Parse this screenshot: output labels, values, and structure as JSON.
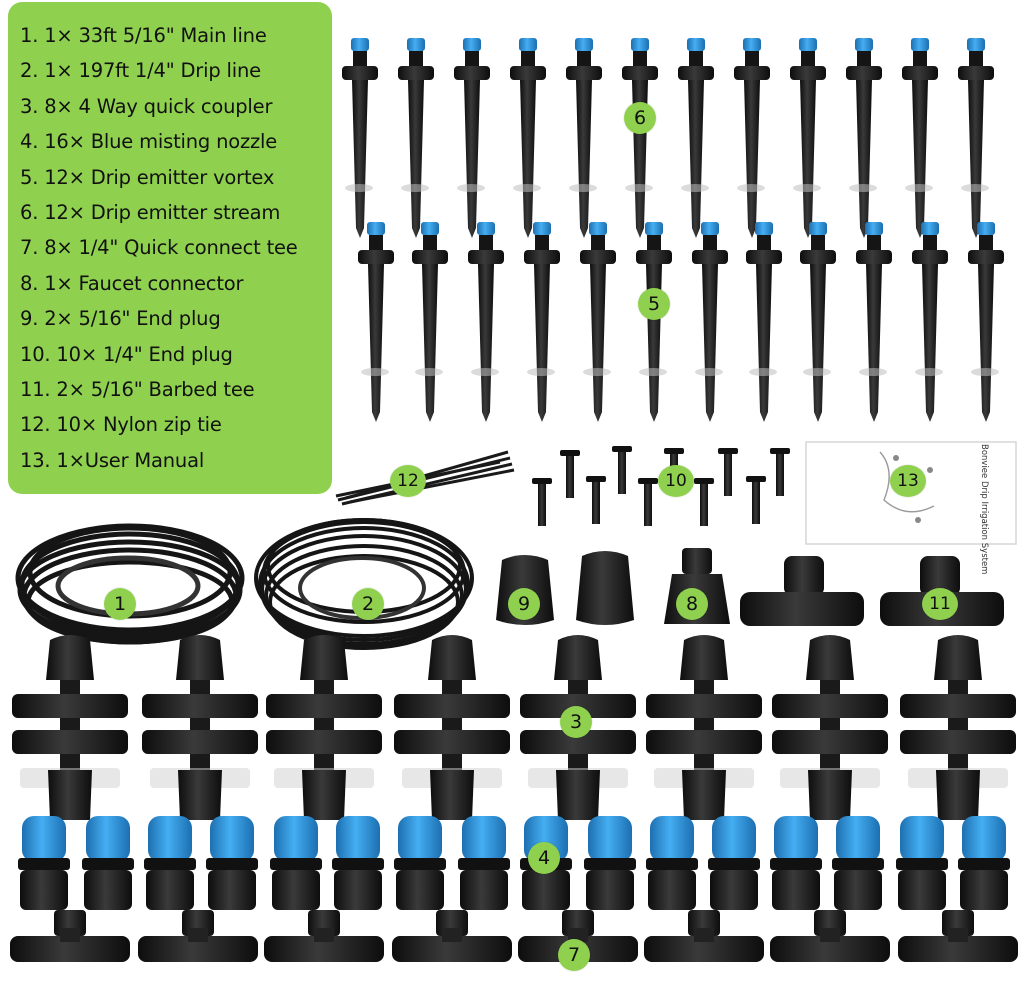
{
  "kit_list": [
    "1.  1× 33ft 5/16\" Main line",
    "2. 1× 197ft 1/4\" Drip line",
    "3. 8× 4 Way quick coupler",
    "4. 16× Blue misting nozzle",
    "5. 12× Drip emitter vortex",
    "6. 12× Drip emitter stream",
    "7. 8× 1/4\" Quick connect tee",
    "8. 1× Faucet connector",
    "9. 2× 5/16\" End plug",
    "10. 10× 1/4\" End plug",
    "11.  2× 5/16\" Barbed tee",
    "12. 10× Nylon zip tie",
    "13. 1×User Manual"
  ],
  "labels": {
    "n1": "1",
    "n2": "2",
    "n3": "3",
    "n4": "4",
    "n5": "5",
    "n6": "6",
    "n7": "7",
    "n8": "8",
    "n9": "9",
    "n10": "10",
    "n11": "11",
    "n12": "12",
    "n13": "13"
  },
  "manual": {
    "title": "Bonviee Drip Irrigation System"
  },
  "colors": {
    "panel_green": "#8fd14f",
    "part_black": "#1b1b1b",
    "nozzle_blue": "#2b8fd6"
  }
}
